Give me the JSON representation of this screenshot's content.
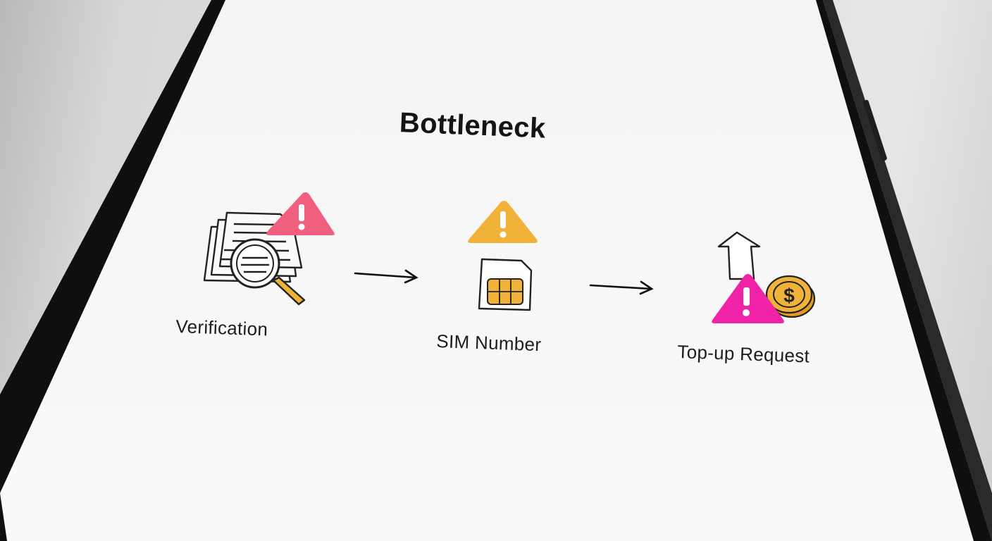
{
  "diagram": {
    "title": "Bottleneck",
    "steps": [
      {
        "label": "Verification",
        "icon": "document-magnifier-icon",
        "warning_icon": "warning-icon",
        "warning_color": "#f0607e"
      },
      {
        "label": "SIM Number",
        "icon": "sim-card-icon",
        "warning_icon": "warning-icon",
        "warning_color": "#f1b23a"
      },
      {
        "label": "Top-up Request",
        "icon": "coin-stack-icon",
        "warning_icon": "warning-icon",
        "warning_color": "#f022a8"
      }
    ],
    "connectors": [
      "arrow-right-icon",
      "arrow-right-icon"
    ],
    "colors": {
      "screen": "#f7f7f7",
      "frame": "#111111",
      "text": "#1d1d1d",
      "gold": "#f1b23a"
    }
  }
}
